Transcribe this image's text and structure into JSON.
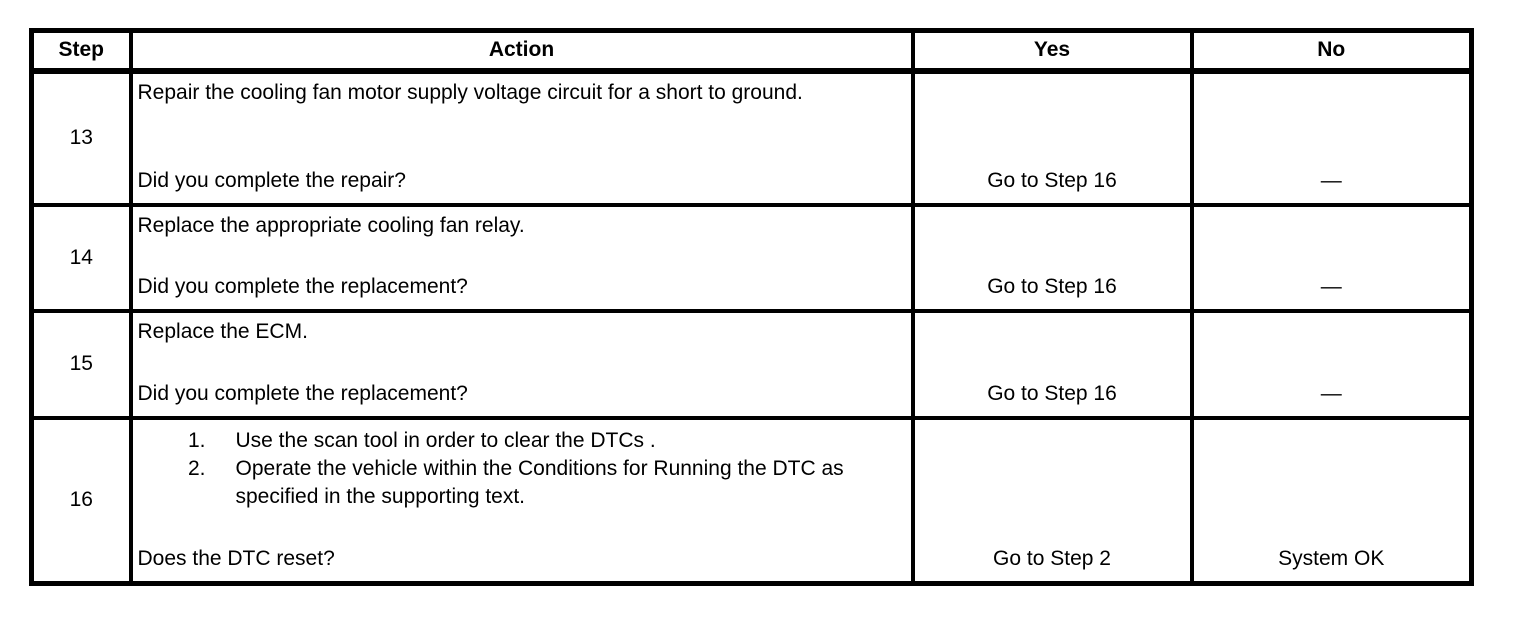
{
  "table": {
    "headers": {
      "step": "Step",
      "action": "Action",
      "yes": "Yes",
      "no": "No"
    },
    "rows": [
      {
        "step": "13",
        "instruction": "Repair the cooling fan motor supply voltage circuit for a short to ground.",
        "question": "Did you complete the repair?",
        "yes": "Go to Step 16",
        "no": "—"
      },
      {
        "step": "14",
        "instruction": "Replace the appropriate cooling fan relay.",
        "question": "Did you complete the replacement?",
        "yes": "Go to Step 16",
        "no": "—"
      },
      {
        "step": "15",
        "instruction": "Replace the ECM.",
        "question": "Did you complete the replacement?",
        "yes": "Go to Step 16",
        "no": "—"
      },
      {
        "step": "16",
        "list_items": [
          {
            "num": "1.",
            "text": "Use the scan tool in order to clear the DTCs ."
          },
          {
            "num": "2.",
            "text": "Operate the vehicle within the Conditions for Running the DTC as specified in the supporting text."
          }
        ],
        "question": "Does the DTC reset?",
        "yes": "Go to Step 2",
        "no": "System OK"
      }
    ]
  },
  "colors": {
    "border": "#000000",
    "text": "#000000",
    "background": "#ffffff"
  }
}
